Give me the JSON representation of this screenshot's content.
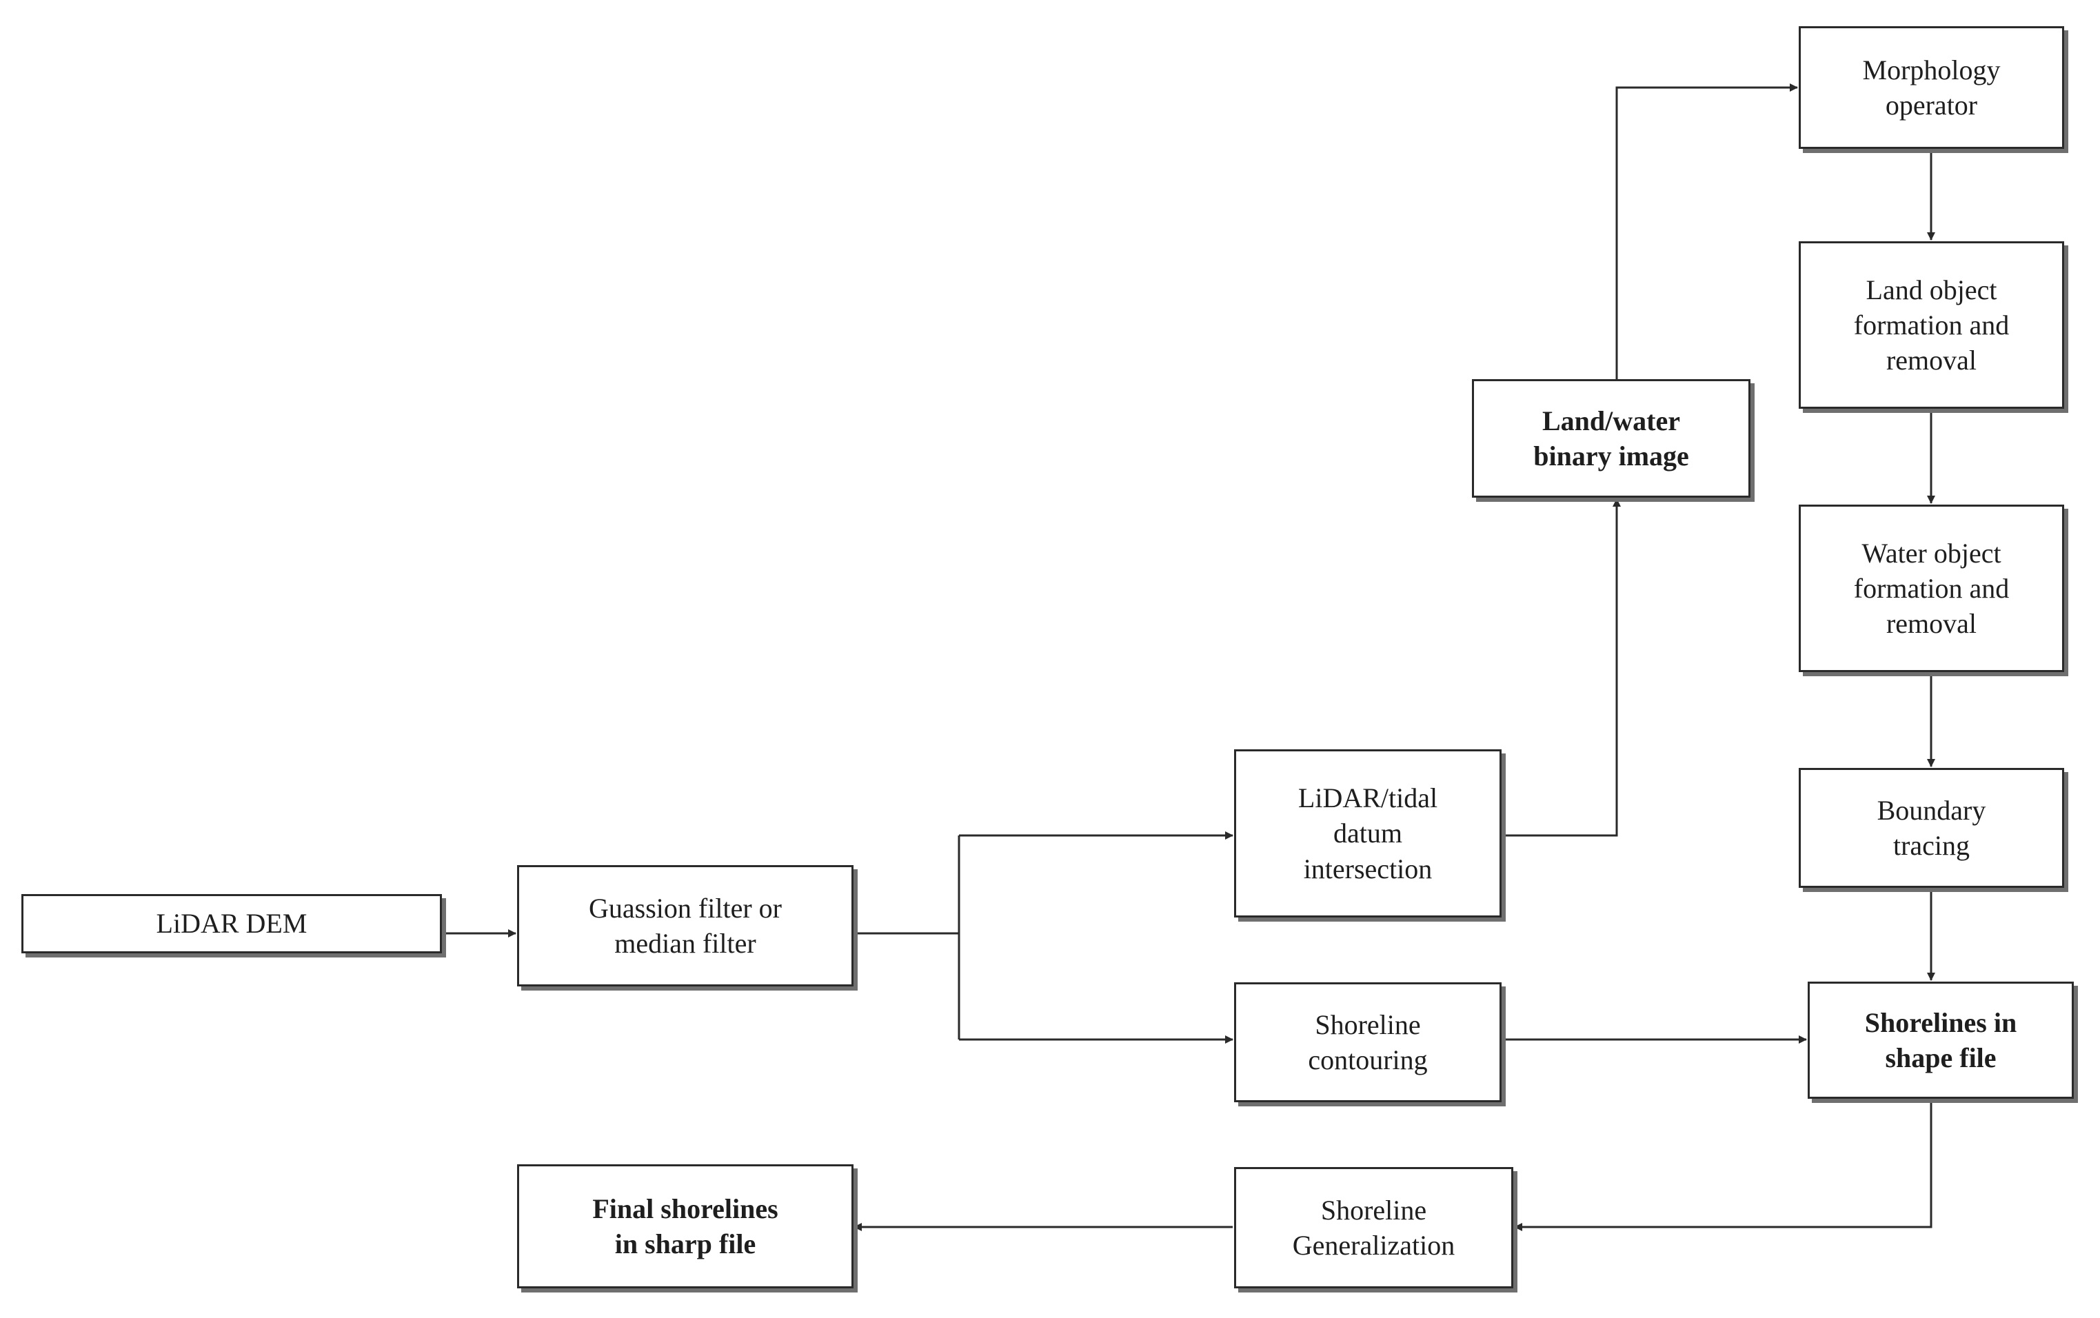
{
  "nodes": {
    "lidar_dem": "LiDAR DEM",
    "filter": "Guassion filter or\nmedian filter",
    "intersection": "LiDAR/tidal\ndatum\nintersection",
    "contouring": "Shoreline\ncontouring",
    "binary_image": "Land/water\nbinary image",
    "morphology": "Morphology\noperator",
    "land_object": "Land object\nformation and\nremoval",
    "water_object": "Water object\nformation and\nremoval",
    "boundary": "Boundary\ntracing",
    "shape_file": "Shorelines in\nshape file",
    "generalization": "Shoreline\nGeneralization",
    "final": "Final shorelines\nin sharp file"
  },
  "colors": {
    "line": "#2a2a2a",
    "shadow": "#6f6f6f",
    "text": "#1e1e1e"
  }
}
